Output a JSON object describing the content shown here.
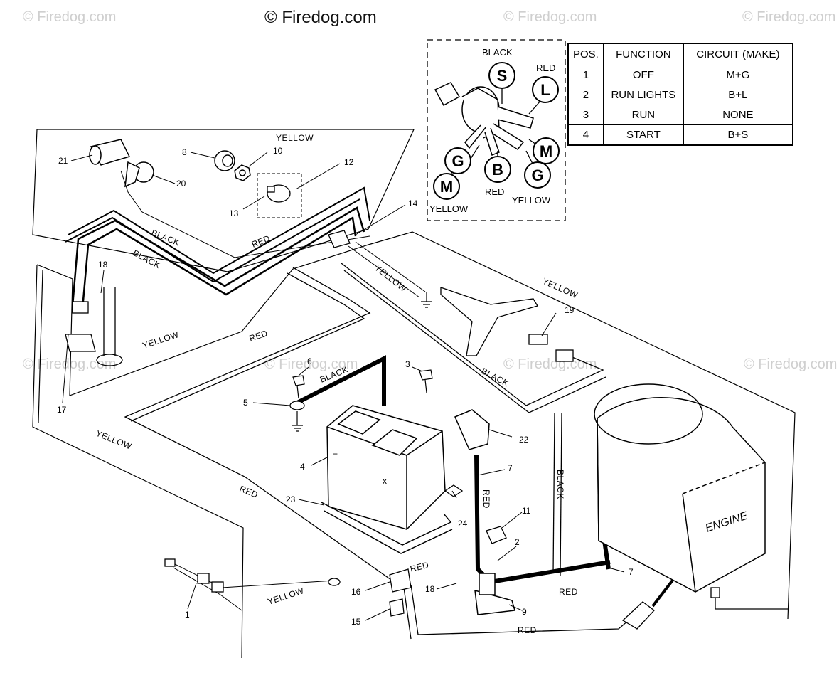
{
  "watermarks": {
    "main": "© Firedog.com",
    "faint": "© Firedog.com"
  },
  "switch_table": {
    "headers": [
      "POS.",
      "FUNCTION",
      "CIRCUIT (MAKE)"
    ],
    "rows": [
      {
        "pos": "1",
        "function": "OFF",
        "circuit": "M+G"
      },
      {
        "pos": "2",
        "function": "RUN LIGHTS",
        "circuit": "B+L"
      },
      {
        "pos": "3",
        "function": "RUN",
        "circuit": "NONE"
      },
      {
        "pos": "4",
        "function": "START",
        "circuit": "B+S"
      }
    ]
  },
  "ignition_switch": {
    "terminals": {
      "s": "S",
      "l": "L",
      "g1": "G",
      "m1": "M",
      "b": "B",
      "g2": "G",
      "m2": "M"
    },
    "labels": {
      "black": "BLACK",
      "red_top": "RED",
      "red_bottom": "RED",
      "yellow_left": "YELLOW",
      "yellow_right": "YELLOW"
    }
  },
  "wire_labels": {
    "yellow": "YELLOW",
    "black": "BLACK",
    "red": "RED"
  },
  "engine_label": "ENGINE",
  "callouts": {
    "p1": "1",
    "p2": "2",
    "p3": "3",
    "p4": "4",
    "p5": "5",
    "p6": "6",
    "p7": "7",
    "p8": "8",
    "p9": "9",
    "p10": "10",
    "p11": "11",
    "p12": "12",
    "p13": "13",
    "p14": "14",
    "p15": "15",
    "p16": "16",
    "p17": "17",
    "p18": "18",
    "p19": "19",
    "p20": "20",
    "p21": "21",
    "p22": "22",
    "p23": "23",
    "p24": "24"
  }
}
